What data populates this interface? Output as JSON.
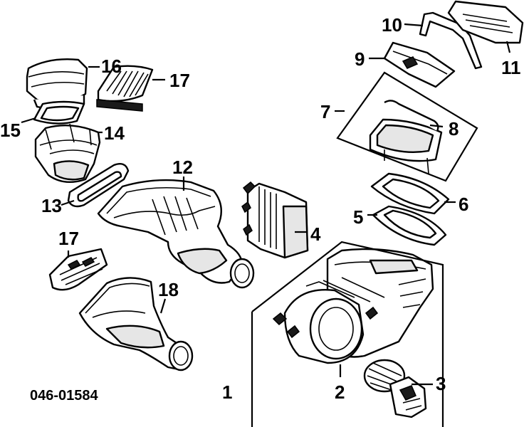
{
  "diagram": {
    "code": "046-01584",
    "callouts": [
      {
        "id": "1",
        "text": "1"
      },
      {
        "id": "2",
        "text": "2"
      },
      {
        "id": "3",
        "text": "3"
      },
      {
        "id": "4",
        "text": "4"
      },
      {
        "id": "5",
        "text": "5"
      },
      {
        "id": "6",
        "text": "6"
      },
      {
        "id": "7",
        "text": "7"
      },
      {
        "id": "8",
        "text": "8"
      },
      {
        "id": "9",
        "text": "9"
      },
      {
        "id": "10",
        "text": "10"
      },
      {
        "id": "11",
        "text": "11"
      },
      {
        "id": "12",
        "text": "12"
      },
      {
        "id": "13",
        "text": "13"
      },
      {
        "id": "14",
        "text": "14"
      },
      {
        "id": "15",
        "text": "15"
      },
      {
        "id": "16",
        "text": "16"
      },
      {
        "id": "17a",
        "text": "17"
      },
      {
        "id": "17b",
        "text": "17"
      },
      {
        "id": "18",
        "text": "18"
      }
    ]
  }
}
